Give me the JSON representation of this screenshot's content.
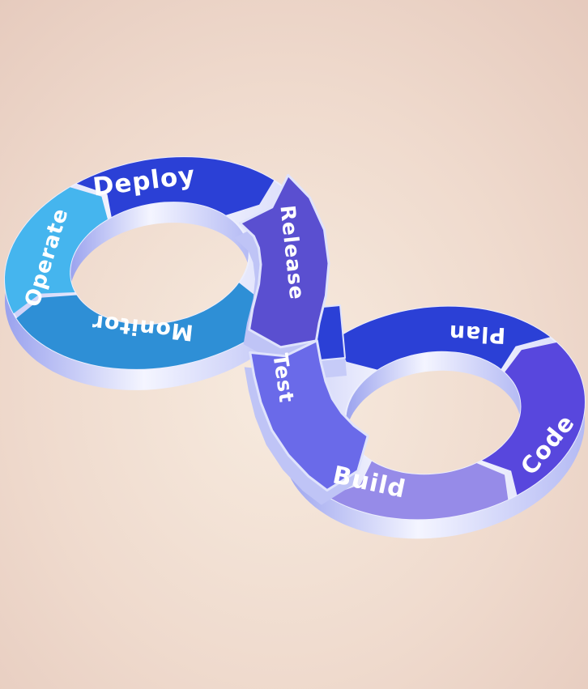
{
  "diagram": {
    "kind_label": "devops-infinity-loop"
  },
  "background": {
    "center": "#f7ebdf",
    "mid": "#efdacd",
    "edge": "#e5c9bc"
  },
  "palette": {
    "label": "#ffffff",
    "gap_line": "#dfe3fc",
    "base_rim": "#eceefd",
    "wall_left": "#9aa2ee",
    "wall_mid": "#f4f5ff",
    "wall_right": "#b4baf4",
    "base_left": "#c9cdf8",
    "base_mid": "#ffffff",
    "base_right": "#d6d9fa",
    "band_depth": "#bfc4f6",
    "patch_depth": "#c6cbf8"
  },
  "segments": [
    {
      "id": "deploy",
      "label": "Deploy",
      "color": "#2b40d6"
    },
    {
      "id": "operate",
      "label": "Operate",
      "color": "#45b5ee"
    },
    {
      "id": "monitor",
      "label": "Monitor",
      "color": "#2e8fd6"
    },
    {
      "id": "release",
      "label": "Release",
      "color": "#5a4fd0"
    },
    {
      "id": "test",
      "label": "Test",
      "color": "#6a6ae9"
    },
    {
      "id": "build",
      "label": "Build",
      "color": "#968be8"
    },
    {
      "id": "code",
      "label": "Code",
      "color": "#5847dd"
    },
    {
      "id": "plan",
      "label": "Plan",
      "color": "#2b40d6"
    }
  ]
}
